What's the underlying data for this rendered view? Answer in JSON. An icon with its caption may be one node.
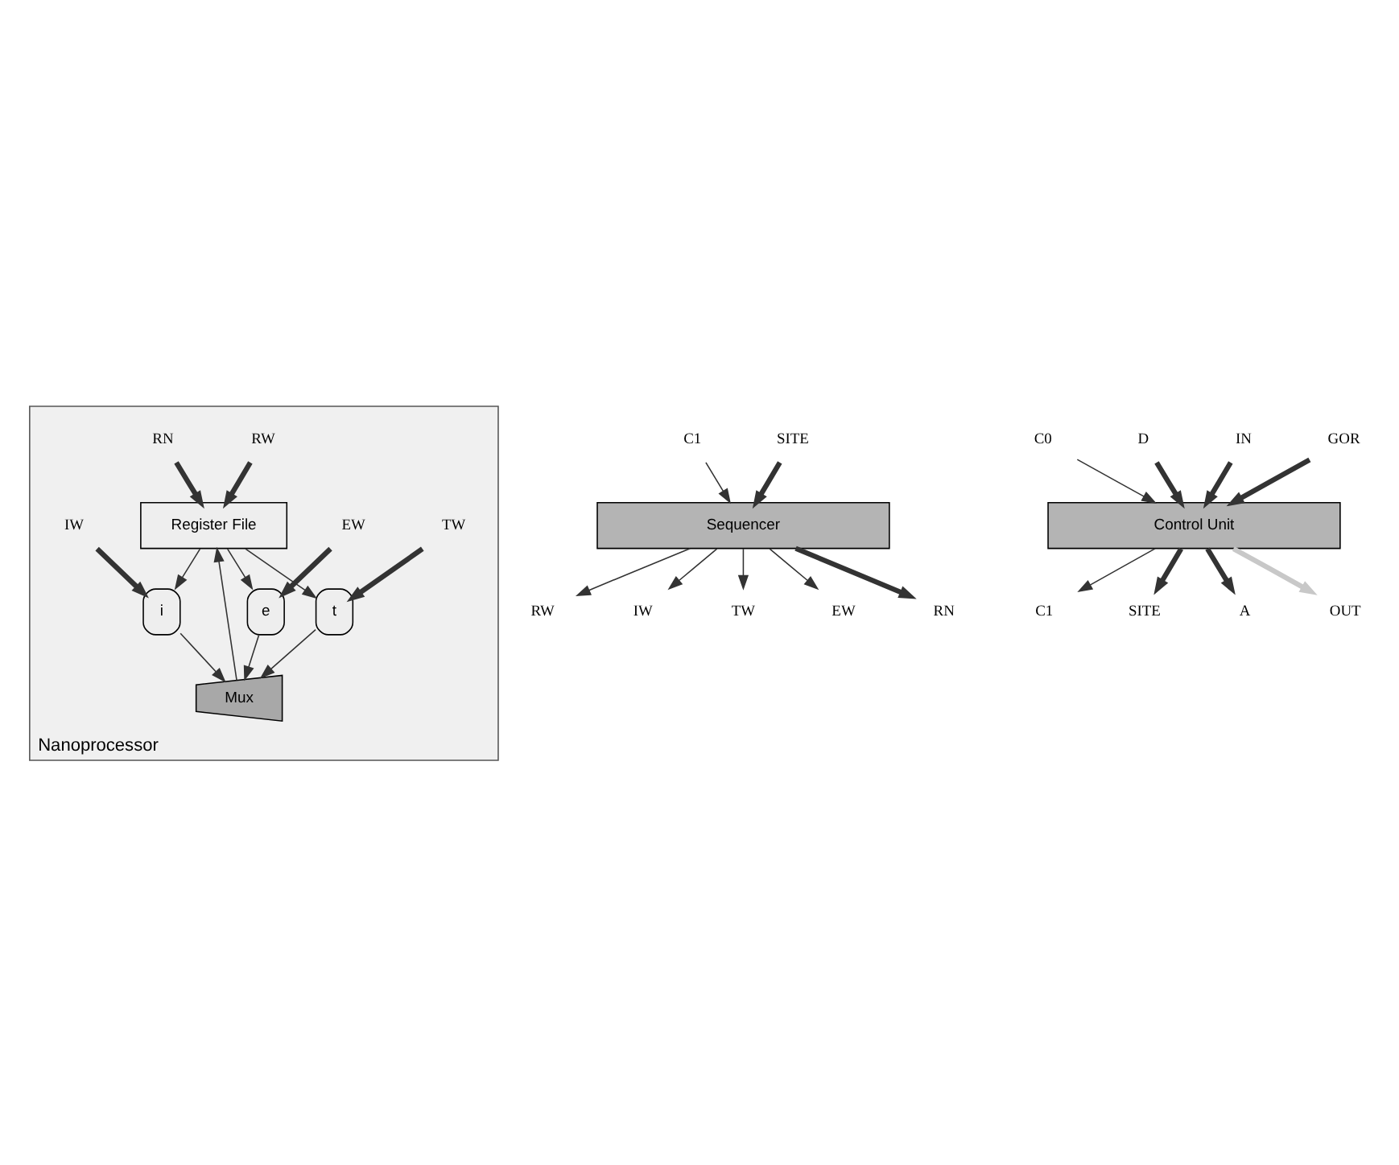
{
  "diagram": {
    "nodes": [
      {
        "text": [
          "Nanoprocessor"
        ]
      },
      {
        "text": [
          "Register File"
        ],
        "in": 0
      },
      {
        "text": [
          "i"
        ],
        "in": 0
      },
      {
        "text": [
          "t"
        ],
        "in": 0
      },
      {
        "text": [
          "e"
        ],
        "in": 0
      },
      {
        "text": [
          "Mux"
        ],
        "in": 0
      },
      {
        "text": [
          "RW"
        ],
        "in": 0
      },
      {
        "text": [
          "IW"
        ],
        "in": 0
      },
      {
        "text": [
          "TW"
        ],
        "in": 0
      },
      {
        "text": [
          "EW"
        ],
        "in": 0
      },
      {
        "text": [
          "RN"
        ],
        "in": 0
      },
      {
        "text": [
          "C1"
        ]
      },
      {
        "text": [
          "SITE"
        ]
      },
      {
        "text": [
          "Sequencer"
        ]
      },
      {
        "text": [
          "RN"
        ]
      },
      {
        "text": [
          "RW"
        ]
      },
      {
        "text": [
          "IW"
        ]
      },
      {
        "text": [
          "TW"
        ]
      },
      {
        "text": [
          "EW"
        ]
      },
      {
        "text": [
          "C0"
        ]
      },
      {
        "text": [
          "A"
        ]
      },
      {
        "text": [
          "D"
        ]
      },
      {
        "text": [
          "OUT"
        ]
      },
      {
        "text": [
          "IN"
        ]
      },
      {
        "text": [
          "Control Unit"
        ]
      },
      {
        "text": [
          "C1"
        ]
      },
      {
        "text": [
          "SITE"
        ]
      },
      {
        "text": [
          "GOR"
        ]
      }
    ],
    "edges": [
      {
        "from": 1,
        "to": 2,
        "arrow": "to"
      },
      {
        "from": 1,
        "to": 3,
        "arrow": "to"
      },
      {
        "from": 1,
        "to": 4,
        "arrow": "to"
      },
      {
        "from": 6,
        "to": 1,
        "arrow": "to",
        "style": "thick"
      },
      {
        "from": 7,
        "to": 2,
        "arrow": "to",
        "style": "thick"
      },
      {
        "from": 8,
        "to": 3,
        "arrow": "to",
        "style": "thick"
      },
      {
        "from": 9,
        "to": 4,
        "arrow": "to",
        "style": "thick"
      },
      {
        "from": 10,
        "to": 1,
        "arrow": "to",
        "style": "thick"
      },
      {
        "from": 2,
        "to": 5,
        "arrow": "to"
      },
      {
        "from": 3,
        "to": 5,
        "arrow": "to"
      },
      {
        "from": 4,
        "to": 5,
        "arrow": "to"
      },
      {
        "from": 5,
        "to": 1,
        "arrow": "to"
      },
      {
        "from": 11,
        "to": 13,
        "arrow": "to"
      },
      {
        "from": 12,
        "to": 13,
        "arrow": "to",
        "style": "thick"
      },
      {
        "from": 13,
        "to": 14,
        "arrow": "to",
        "style": "thick"
      },
      {
        "from": 13,
        "to": 15,
        "arrow": "to"
      },
      {
        "from": 13,
        "to": 16,
        "arrow": "to"
      },
      {
        "from": 13,
        "to": 17,
        "arrow": "to"
      },
      {
        "from": 13,
        "to": 18,
        "arrow": "to"
      },
      {
        "from": 19,
        "to": 24,
        "arrow": "to"
      },
      {
        "from": 24,
        "to": 20,
        "arrow": "to",
        "style": "thick"
      },
      {
        "from": 21,
        "to": 24,
        "arrow": "to",
        "style": "thick"
      },
      {
        "from": 24,
        "to": 22,
        "arrow": "to",
        "style": "thick",
        "color": "#c8c8c8"
      },
      {
        "from": 23,
        "to": 24,
        "arrow": "to",
        "style": "thick"
      },
      {
        "from": 24,
        "to": 25,
        "arrow": "to"
      },
      {
        "from": 24,
        "to": 26,
        "arrow": "to",
        "style": "thick"
      },
      {
        "from": 27,
        "to": 24,
        "arrow": "to",
        "style": "thick"
      }
    ]
  }
}
